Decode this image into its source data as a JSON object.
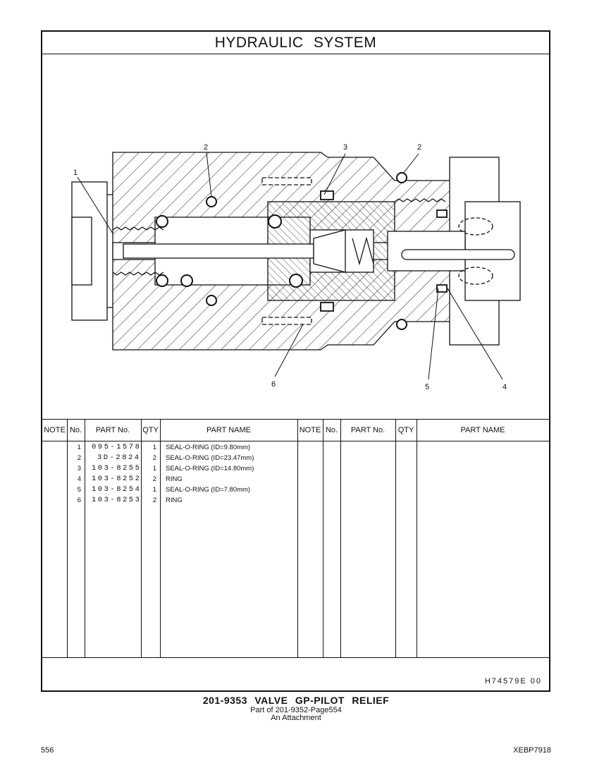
{
  "title": "HYDRAULIC SYSTEM",
  "callouts": [
    "1",
    "2",
    "3",
    "2",
    "6",
    "5",
    "4"
  ],
  "table": {
    "headers": [
      "NOTE",
      "No.",
      "PART No.",
      "QTY",
      "PART NAME"
    ],
    "rows": [
      {
        "no": "1",
        "part_no": "095-1578",
        "qty": "1",
        "name": "SEAL-O-RING (ID=9.80mm)"
      },
      {
        "no": "2",
        "part_no": "3D-2824",
        "qty": "2",
        "name": "SEAL-O-RING (ID=23.47mm)"
      },
      {
        "no": "3",
        "part_no": "103-8255",
        "qty": "1",
        "name": "SEAL-O-RING (ID=14.80mm)"
      },
      {
        "no": "4",
        "part_no": "103-8252",
        "qty": "2",
        "name": "RING"
      },
      {
        "no": "5",
        "part_no": "103-8254",
        "qty": "1",
        "name": "SEAL-O-RING (ID=7.80mm)"
      },
      {
        "no": "6",
        "part_no": "103-8253",
        "qty": "2",
        "name": "RING"
      }
    ]
  },
  "illustration_ref": "H74579E 00",
  "caption": {
    "line1": "201-9353 VALVE GP-PILOT RELIEF",
    "line2": "Part of 201-9352-Page554",
    "line3": "An Attachment"
  },
  "page_number": "556",
  "doc_code": "XEBP7918"
}
